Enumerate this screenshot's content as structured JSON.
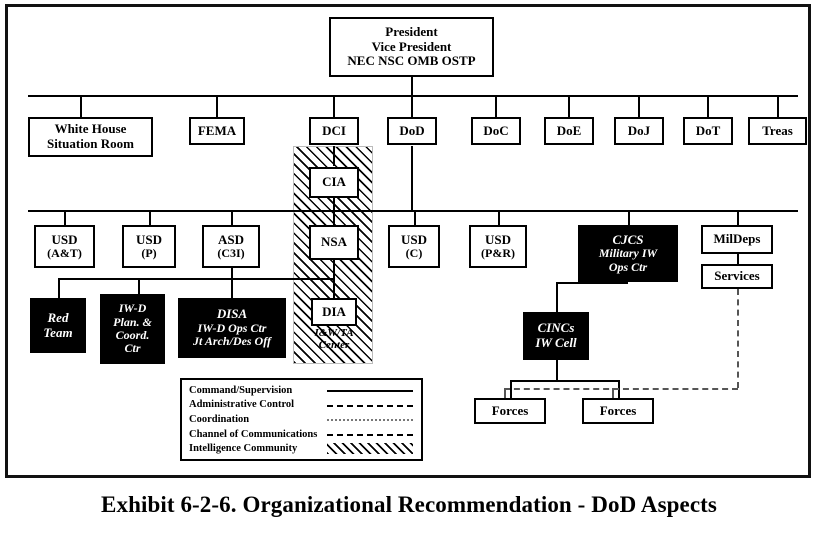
{
  "figure": {
    "caption": "Exhibit 6-2-6.  Organizational Recommendation - DoD Aspects"
  },
  "nodes": {
    "president": {
      "line1": "President",
      "line2": "Vice President",
      "line3": "NEC  NSC  OMB  OSTP"
    },
    "white_house": {
      "line1": "White House",
      "line2": "Situation Room"
    },
    "fema": {
      "line1": "FEMA"
    },
    "dci": {
      "line1": "DCI"
    },
    "dod": {
      "line1": "DoD"
    },
    "doc": {
      "line1": "DoC"
    },
    "doe": {
      "line1": "DoE"
    },
    "doj": {
      "line1": "DoJ"
    },
    "dot": {
      "line1": "DoT"
    },
    "treas": {
      "line1": "Treas"
    },
    "cia": {
      "line1": "CIA"
    },
    "nsa": {
      "line1": "NSA"
    },
    "dia": {
      "line1": "DIA"
    },
    "iw_ta_center": {
      "line1": "I&W/TA",
      "line2": "Center"
    },
    "usd_at": {
      "line1": "USD",
      "line2": "(A&T)"
    },
    "usd_p": {
      "line1": "USD",
      "line2": "(P)"
    },
    "asd_c3i": {
      "line1": "ASD",
      "line2": "(C3I)"
    },
    "usd_c": {
      "line1": "USD",
      "line2": "(C)"
    },
    "usd_pr": {
      "line1": "USD",
      "line2": "(P&R)"
    },
    "cjcs": {
      "line1": "CJCS",
      "line2": "Military IW",
      "line3": "Ops Ctr"
    },
    "mildeps": {
      "line1": "MilDeps"
    },
    "services": {
      "line1": "Services"
    },
    "red_team": {
      "line1": "Red",
      "line2": "Team"
    },
    "iwd_plan": {
      "line1": "IW-D",
      "line2": "Plan. &",
      "line3": "Coord.",
      "line4": "Ctr"
    },
    "disa": {
      "line1": "DISA",
      "line2": "IW-D Ops Ctr",
      "line3": "Jt Arch/Des Off"
    },
    "cincs": {
      "line1": "CINCs",
      "line2": "IW Cell"
    },
    "forces_left": {
      "line1": "Forces"
    },
    "forces_right": {
      "line1": "Forces"
    }
  },
  "legend": {
    "items": [
      {
        "label": "Command/Supervision",
        "style": "solid"
      },
      {
        "label": "Administrative Control",
        "style": "dashed"
      },
      {
        "label": "Coordination",
        "style": "dotted"
      },
      {
        "label": "Channel of Communications",
        "style": "dash-dot"
      },
      {
        "label": "Intelligence Community",
        "style": "hatched"
      }
    ]
  },
  "colors": {
    "ink": "#000000",
    "paper": "#ffffff",
    "filled_box": "#000000",
    "filled_box_text": "#ffffff"
  }
}
